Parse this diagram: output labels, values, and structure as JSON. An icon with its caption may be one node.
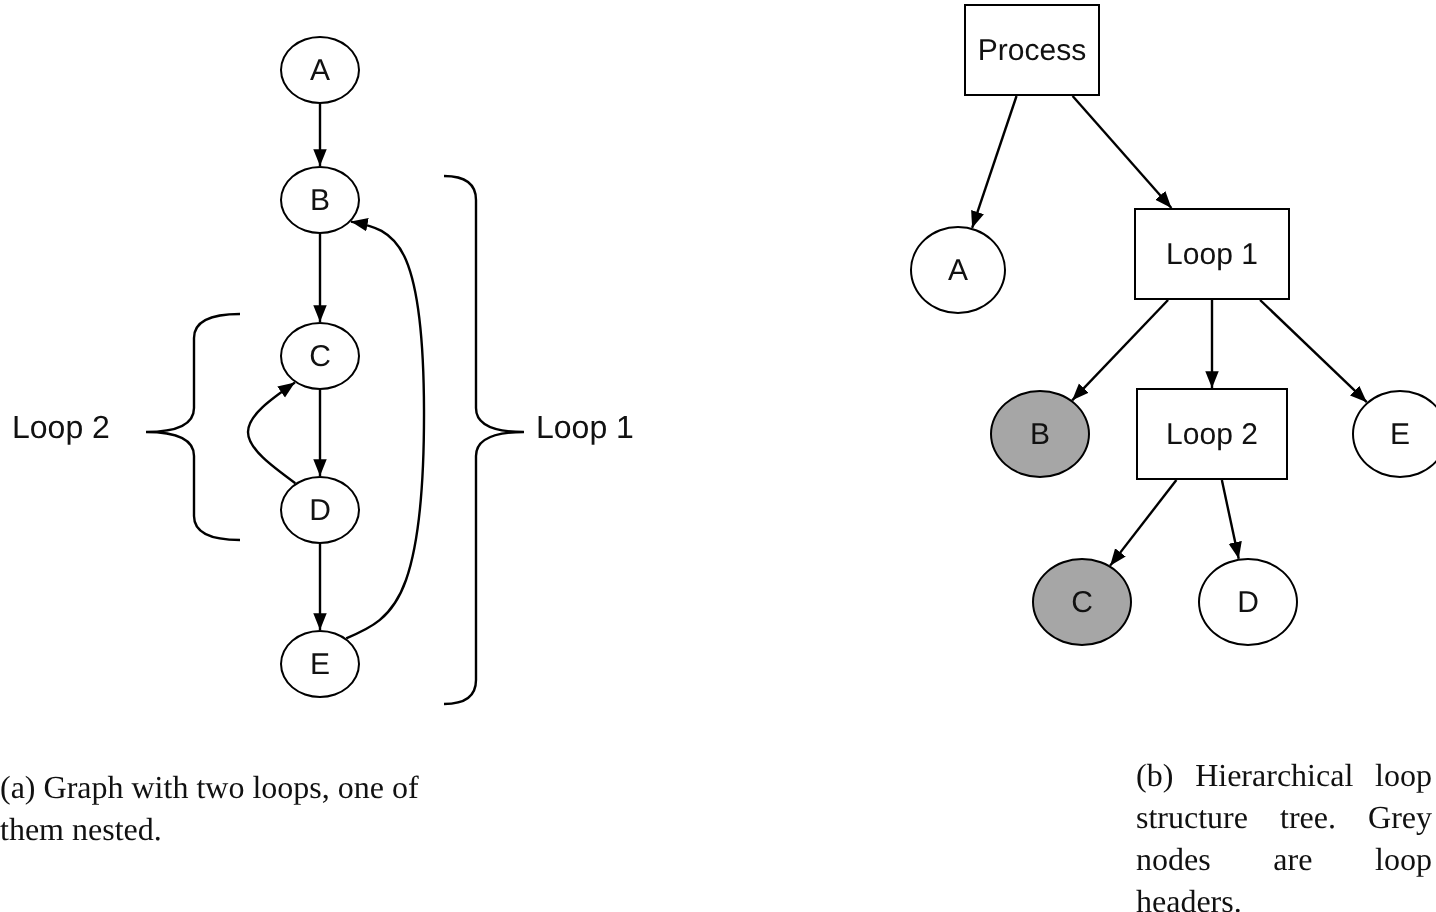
{
  "diagram": {
    "nodes": [
      {
        "text": [
          "A"
        ]
      },
      {
        "text": [
          "B"
        ]
      },
      {
        "text": [
          "C"
        ]
      },
      {
        "text": [
          "D"
        ]
      },
      {
        "text": [
          "E"
        ]
      },
      {
        "text": [
          "Process"
        ]
      },
      {
        "text": [
          "A"
        ]
      },
      {
        "text": [
          "Loop 1"
        ]
      },
      {
        "text": [
          "B"
        ]
      },
      {
        "text": [
          "Loop 2"
        ]
      },
      {
        "text": [
          "E"
        ]
      },
      {
        "text": [
          "C"
        ]
      },
      {
        "text": [
          "D"
        ]
      }
    ],
    "edges": [
      {
        "from": 0,
        "to": 1,
        "arrow": "to"
      },
      {
        "from": 1,
        "to": 2,
        "arrow": "to"
      },
      {
        "from": 2,
        "to": 3,
        "arrow": "to"
      },
      {
        "from": 3,
        "to": 2,
        "arrow": "to"
      },
      {
        "from": 3,
        "to": 4,
        "arrow": "to"
      },
      {
        "from": 4,
        "to": 1,
        "arrow": "to"
      },
      {
        "from": 5,
        "to": 6,
        "arrow": "to"
      },
      {
        "from": 5,
        "to": 7,
        "arrow": "to"
      },
      {
        "from": 7,
        "to": 8,
        "arrow": "to"
      },
      {
        "from": 7,
        "to": 9,
        "arrow": "to"
      },
      {
        "from": 7,
        "to": 10,
        "arrow": "to"
      },
      {
        "from": 9,
        "to": 11,
        "arrow": "to"
      },
      {
        "from": 9,
        "to": 12,
        "arrow": "to"
      }
    ],
    "labels": [
      "Loop 2",
      "Loop 1",
      "(a) Graph with two loops, one of them nested.",
      "(b) Hierarchical loop structure tree. Grey nodes are loop headers."
    ]
  }
}
